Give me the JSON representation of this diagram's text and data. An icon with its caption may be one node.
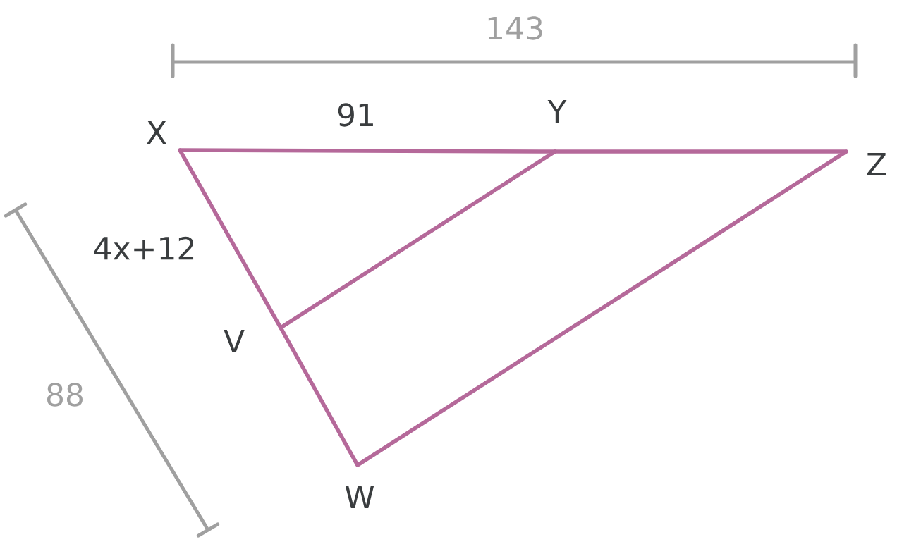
{
  "diagram": {
    "nodes": [
      {
        "text": [
          "X"
        ]
      },
      {
        "text": [
          "Y"
        ]
      },
      {
        "text": [
          "Z"
        ]
      },
      {
        "text": [
          "V"
        ]
      },
      {
        "text": [
          "W"
        ]
      }
    ],
    "edges": [
      {
        "from": 0,
        "to": 1,
        "arrow": "none",
        "label": "91"
      },
      {
        "from": 1,
        "to": 2,
        "arrow": "none"
      },
      {
        "from": 0,
        "to": 3,
        "arrow": "none",
        "label": "4x+12"
      },
      {
        "from": 3,
        "to": 4,
        "arrow": "none"
      },
      {
        "from": 3,
        "to": 1,
        "arrow": "none"
      },
      {
        "from": 4,
        "to": 2,
        "arrow": "none"
      }
    ],
    "labels": [
      "143",
      "88"
    ]
  }
}
